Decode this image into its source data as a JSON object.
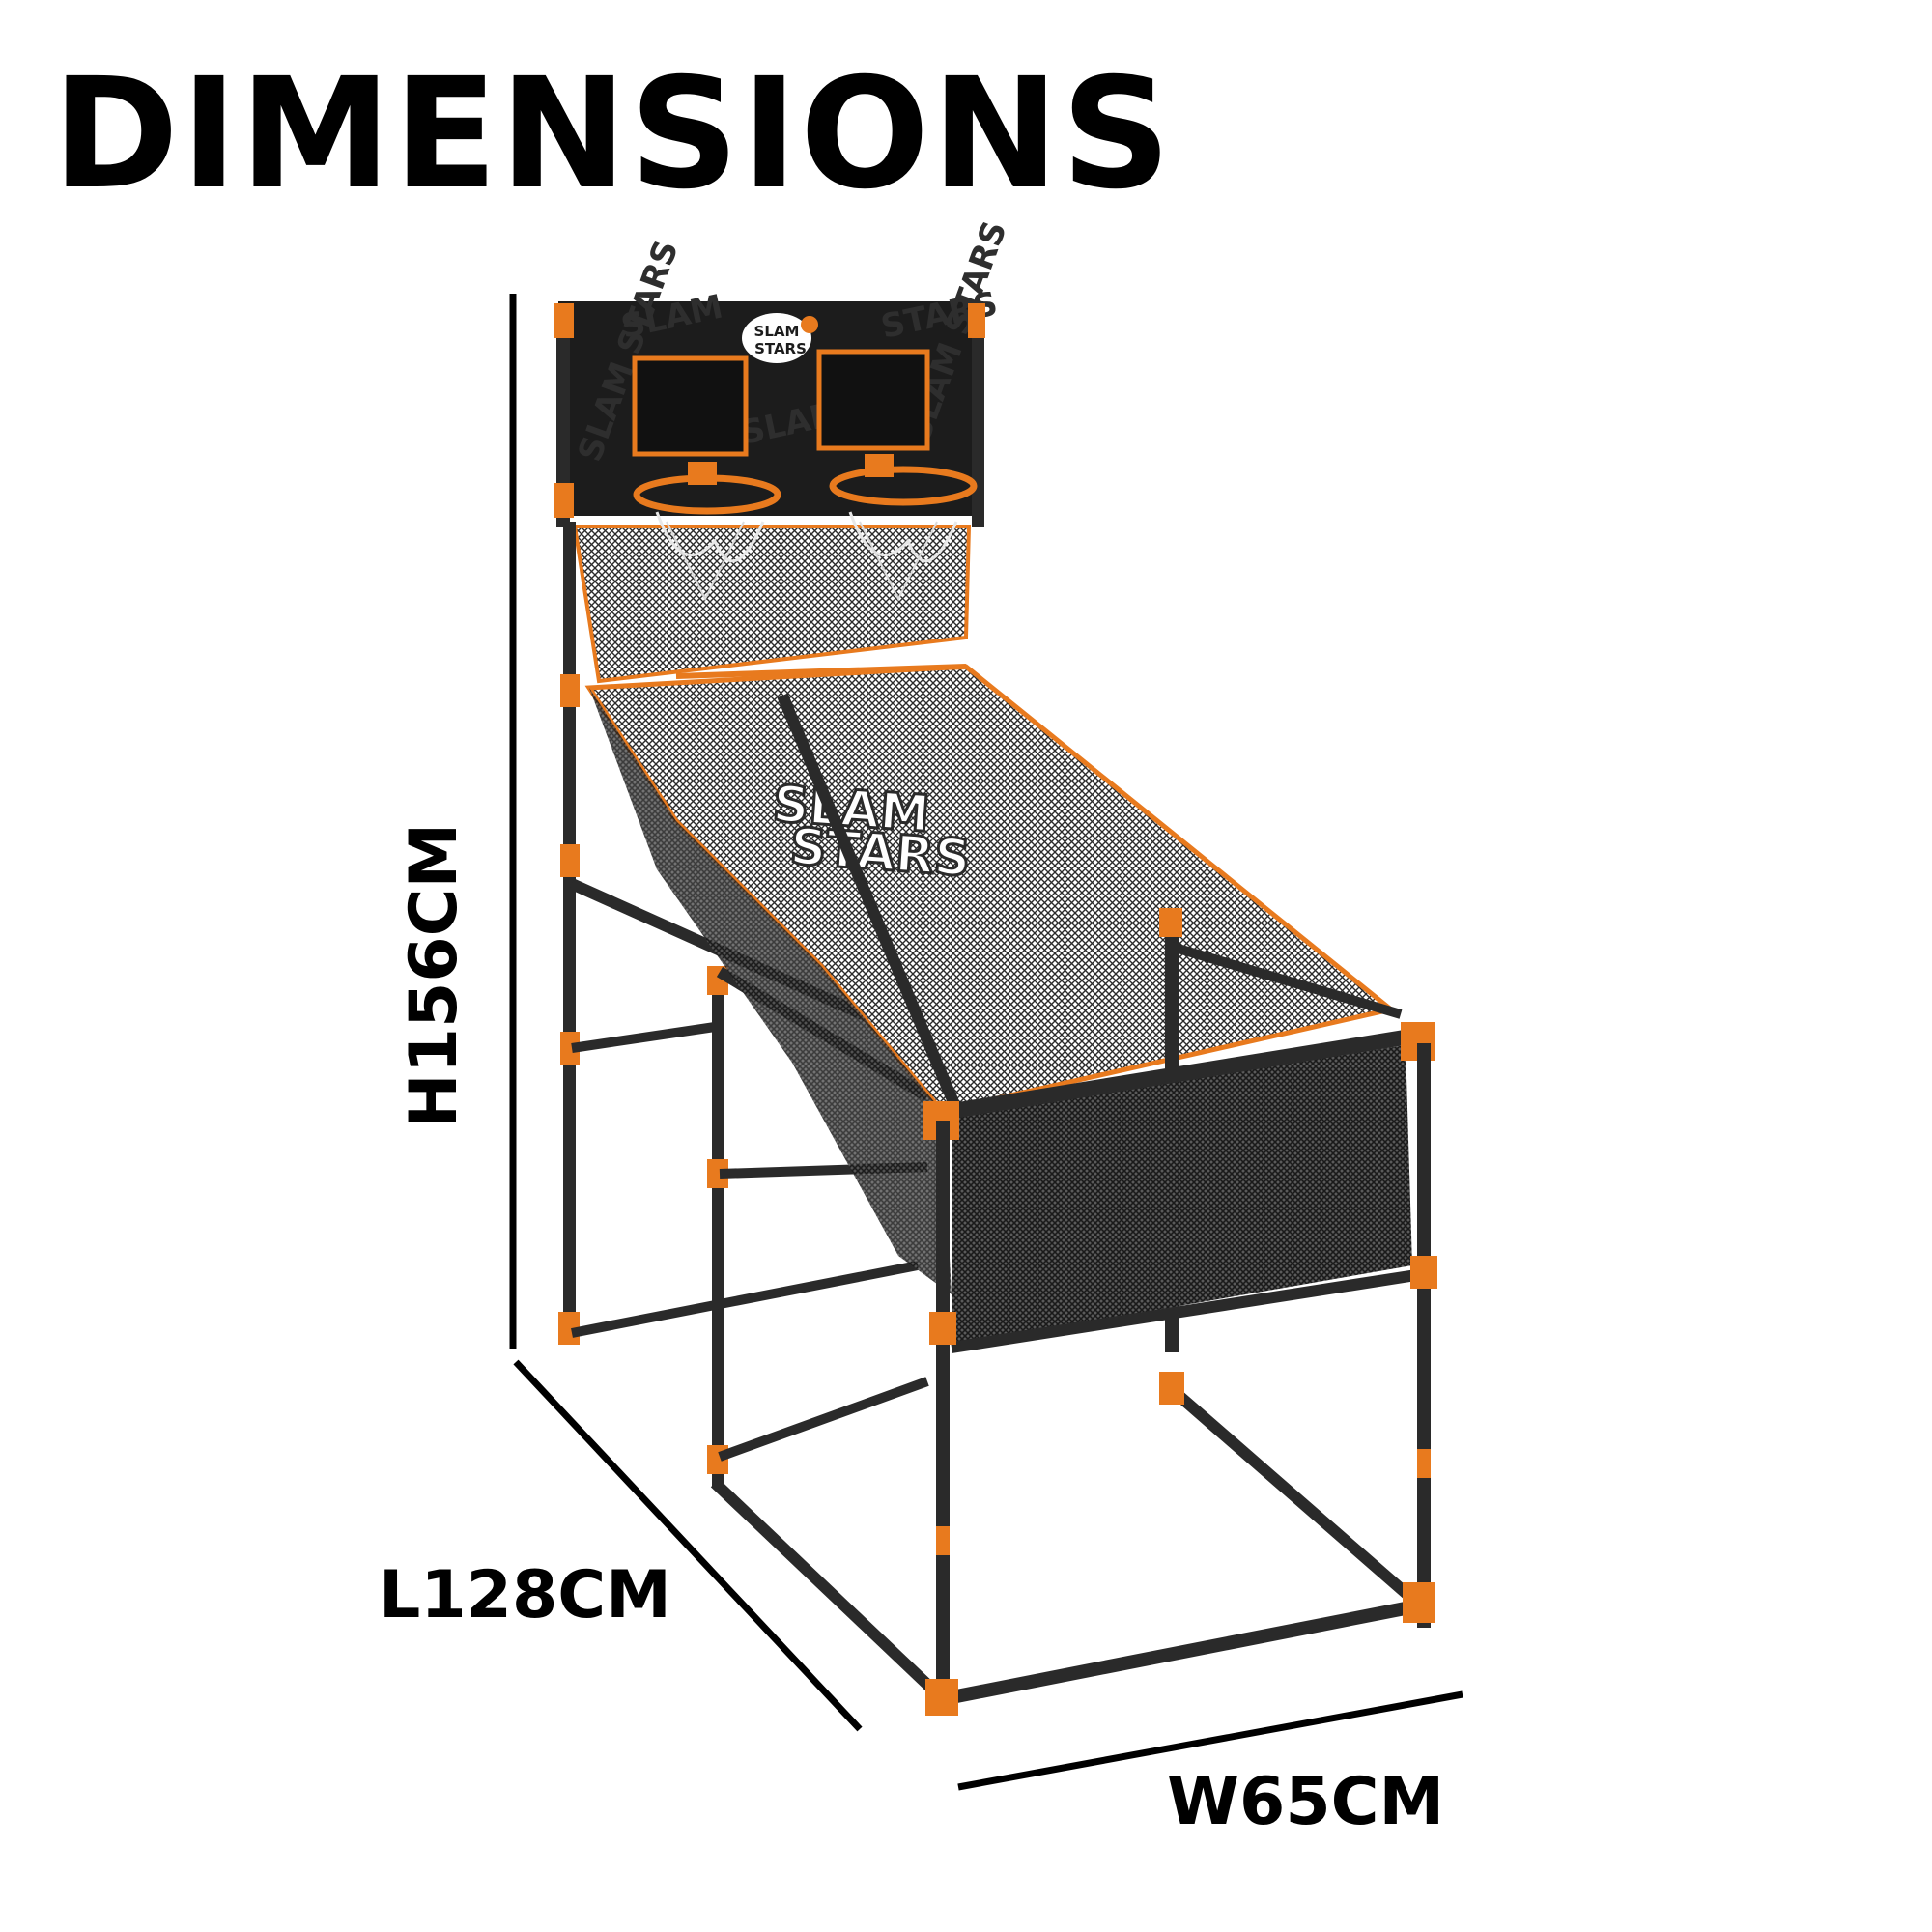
{
  "title": "DIMENSIONS",
  "product": {
    "brand_logo_text": "SLAM STARS",
    "net_logo_text": "SLAM STARS"
  },
  "dimensions": {
    "height": "H156CM",
    "length": "L128CM",
    "width": "W65CM"
  },
  "colors": {
    "frame_orange": "#e87a1e",
    "frame_black": "#2a2a2a",
    "backboard": "#1c1c1c",
    "net": "#3a3a3a",
    "text": "#000000",
    "background": "#ffffff"
  }
}
